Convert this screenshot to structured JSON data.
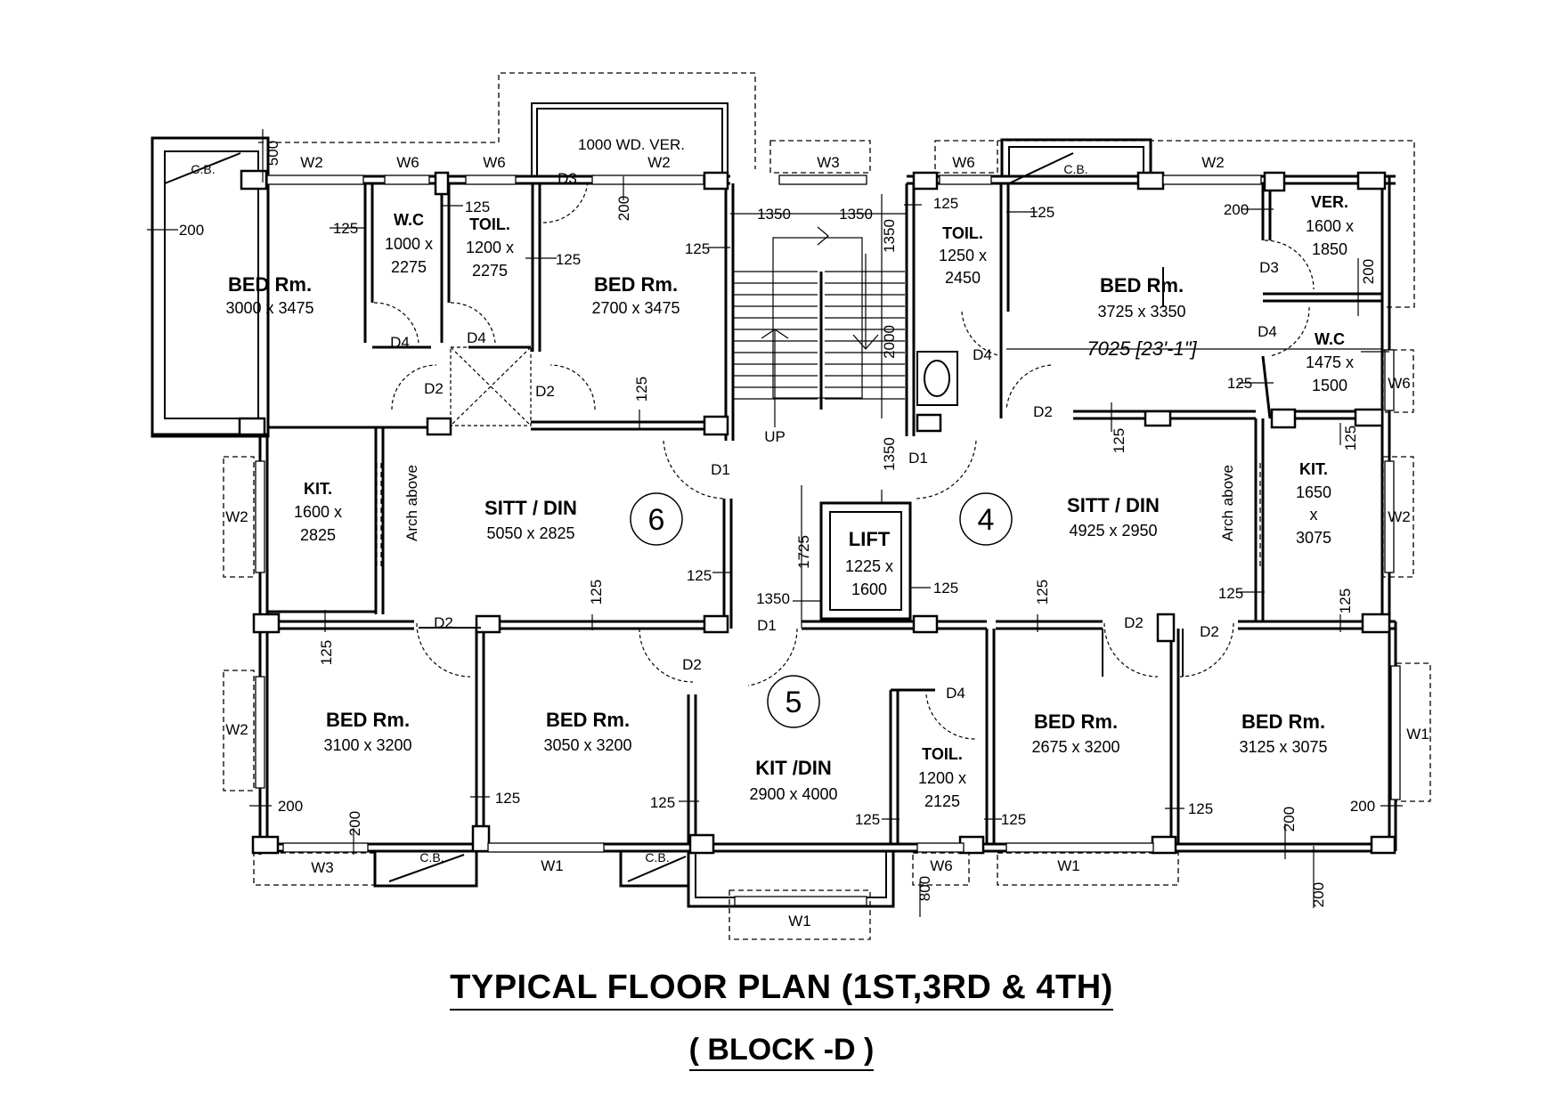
{
  "rooms": [
    {
      "name": "BED Rm.",
      "dim": "3000 x 3475"
    },
    {
      "name": "W.C",
      "dim1": "1000 x",
      "dim2": "2275"
    },
    {
      "name": "TOIL.",
      "dim1": "1200 x",
      "dim2": "2275"
    },
    {
      "name": "BED Rm.",
      "dim": "2700 x 3475"
    },
    {
      "name": "TOIL.",
      "dim1": "1250 x",
      "dim2": "2450"
    },
    {
      "name": "BED Rm.",
      "dim": "3725 x 3350"
    },
    {
      "name": "VER.",
      "dim1": "1600 x",
      "dim2": "1850"
    },
    {
      "name": "W.C",
      "dim1": "1475 x",
      "dim2": "1500"
    },
    {
      "name": "KIT.",
      "dim1": "1600 x",
      "dim2": "2825"
    },
    {
      "name": "SITT / DIN",
      "dim": "5050 x 2825"
    },
    {
      "name": "LIFT",
      "dim1": "1225 x",
      "dim2": "1600"
    },
    {
      "name": "SITT / DIN",
      "dim": "4925 x 2950"
    },
    {
      "name": "KIT.",
      "dim1": "1650",
      "dim2": "x",
      "dim3": "3075"
    },
    {
      "name": "BED Rm.",
      "dim": "3100 x 3200"
    },
    {
      "name": "BED Rm.",
      "dim": "3050 x 3200"
    },
    {
      "name": "KIT /DIN",
      "dim": "2900 x 4000"
    },
    {
      "name": "TOIL.",
      "dim1": "1200 x",
      "dim2": "2125"
    },
    {
      "name": "BED Rm.",
      "dim": "2675 x 3200"
    },
    {
      "name": "BED Rm.",
      "dim": "3125 x 3075"
    }
  ],
  "flats": [
    "6",
    "4",
    "5"
  ],
  "labels": {
    "verandah": "1000 WD. VER.",
    "cb": "C.B.",
    "up": "UP",
    "arch": "Arch above",
    "overall": "7025 [23'-1\"]"
  },
  "openings": {
    "w1": "W1",
    "w2": "W2",
    "w3": "W3",
    "w6": "W6",
    "d1": "D1",
    "d2": "D2",
    "d3": "D3",
    "d4": "D4"
  },
  "dims": {
    "d125": "125",
    "d200": "200",
    "d500": "500",
    "d800": "800",
    "d1350": "1350",
    "d1725": "1725",
    "d2000": "2000"
  },
  "title": {
    "main": "TYPICAL  FLOOR  PLAN (1ST,3RD & 4TH)",
    "sub": "( BLOCK -D )"
  }
}
